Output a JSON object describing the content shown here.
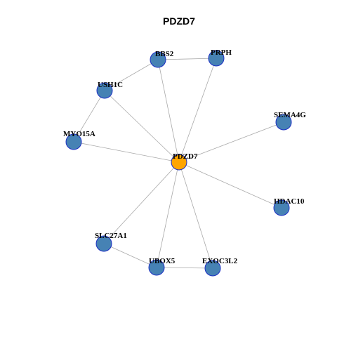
{
  "title": "PDZD7",
  "colors": {
    "center_node": "#ffa500",
    "node": "#4682b4",
    "node_border": "#1c2fc4",
    "edge": "#a9a9a9"
  },
  "nodes": [
    {
      "id": "PDZD7",
      "label": "PDZD7",
      "center": true
    },
    {
      "id": "BBS2",
      "label": "BBS2"
    },
    {
      "id": "PRPH",
      "label": "PRPH"
    },
    {
      "id": "USH1C",
      "label": "USH1C"
    },
    {
      "id": "SEMA4G",
      "label": "SEMA4G"
    },
    {
      "id": "MYO15A",
      "label": "MYO15A"
    },
    {
      "id": "HDAC10",
      "label": "HDAC10"
    },
    {
      "id": "SLC27A1",
      "label": "SLC27A1"
    },
    {
      "id": "UBOX5",
      "label": "UBOX5"
    },
    {
      "id": "EXOC3L2",
      "label": "EXOC3L2"
    }
  ],
  "edges": [
    [
      "USH1C",
      "BBS2"
    ],
    [
      "BBS2",
      "PRPH"
    ],
    [
      "USH1C",
      "MYO15A"
    ],
    [
      "BBS2",
      "PDZD7"
    ],
    [
      "PRPH",
      "PDZD7"
    ],
    [
      "USH1C",
      "PDZD7"
    ],
    [
      "MYO15A",
      "PDZD7"
    ],
    [
      "SEMA4G",
      "PDZD7"
    ],
    [
      "HDAC10",
      "PDZD7"
    ],
    [
      "SLC27A1",
      "PDZD7"
    ],
    [
      "UBOX5",
      "PDZD7"
    ],
    [
      "EXOC3L2",
      "PDZD7"
    ],
    [
      "SLC27A1",
      "UBOX5"
    ],
    [
      "UBOX5",
      "EXOC3L2"
    ]
  ]
}
